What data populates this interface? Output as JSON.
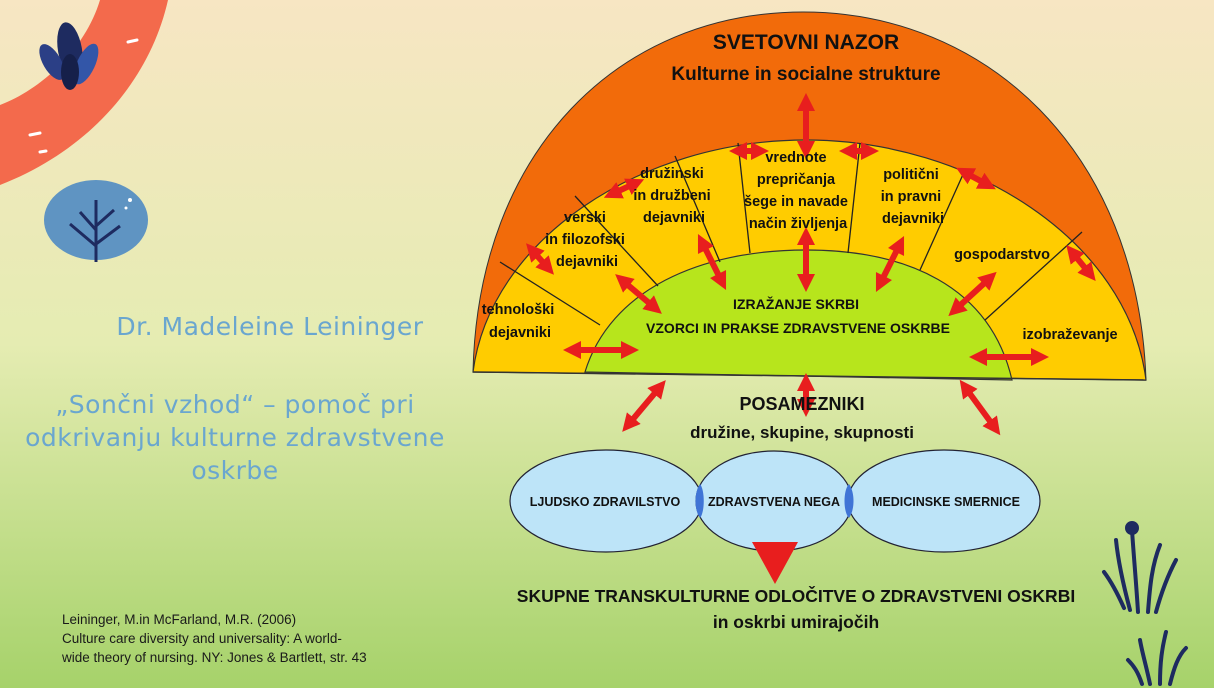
{
  "slide": {
    "author": "Dr. Madeleine Leininger",
    "subtitle_lines": [
      "„Sončni vzhod“ – pomoč pri",
      "odkrivanju kulturne zdravstvene",
      "oskrbe"
    ],
    "citation_lines": [
      "Leininger, M.in McFarland, M.R. (2006)",
      "Culture care diversity and universality: A world-",
      "wide theory of nursing.  NY: Jones & Bartlett, str. 43"
    ]
  },
  "diagram": {
    "worldview_title": "SVETOVNI NAZOR",
    "worldview_subtitle": "Kulturne in socialne strukture",
    "factors": {
      "technological": [
        "tehnološki",
        "dejavniki"
      ],
      "religious": [
        "verski",
        "in filozofski",
        "dejavniki"
      ],
      "kinship": [
        "družinski",
        "in družbeni",
        "dejavniki"
      ],
      "values": [
        "vrednote",
        "prepričanja",
        "šege in navade",
        "način življenja"
      ],
      "political": [
        "politični",
        "in pravni",
        "dejavniki"
      ],
      "economic": [
        "gospodarstvo"
      ],
      "education": [
        "izobraževanje"
      ]
    },
    "care_expression": [
      "IZRAŽANJE SKRBI",
      "VZORCI IN PRAKSE ZDRAVSTVENE OSKRBE"
    ],
    "individuals_title": "POSAMEZNIKI",
    "individuals_subtitle": "družine, skupine, skupnosti",
    "systems": [
      "LJUDSKO ZDRAVILSTVO",
      "ZDRAVSTVENA NEGA",
      "MEDICINSKE  SMERNICE"
    ],
    "decisions": [
      "SKUPNE TRANSKULTURNE ODLOČITVE O ZDRAVSTVENI OSKRBI",
      "in oskrbi umirajočih"
    ]
  },
  "colors": {
    "orange_band": "#f26b0a",
    "yellow_band": "#ffcc00",
    "green_core": "#b7e51c",
    "oval_fill": "#bde4f8",
    "arrow_red": "#e81e1e",
    "title_blue": "#6aa6cf",
    "deco_orange": "#f36a4c",
    "deco_navy": "#1e2b60"
  }
}
